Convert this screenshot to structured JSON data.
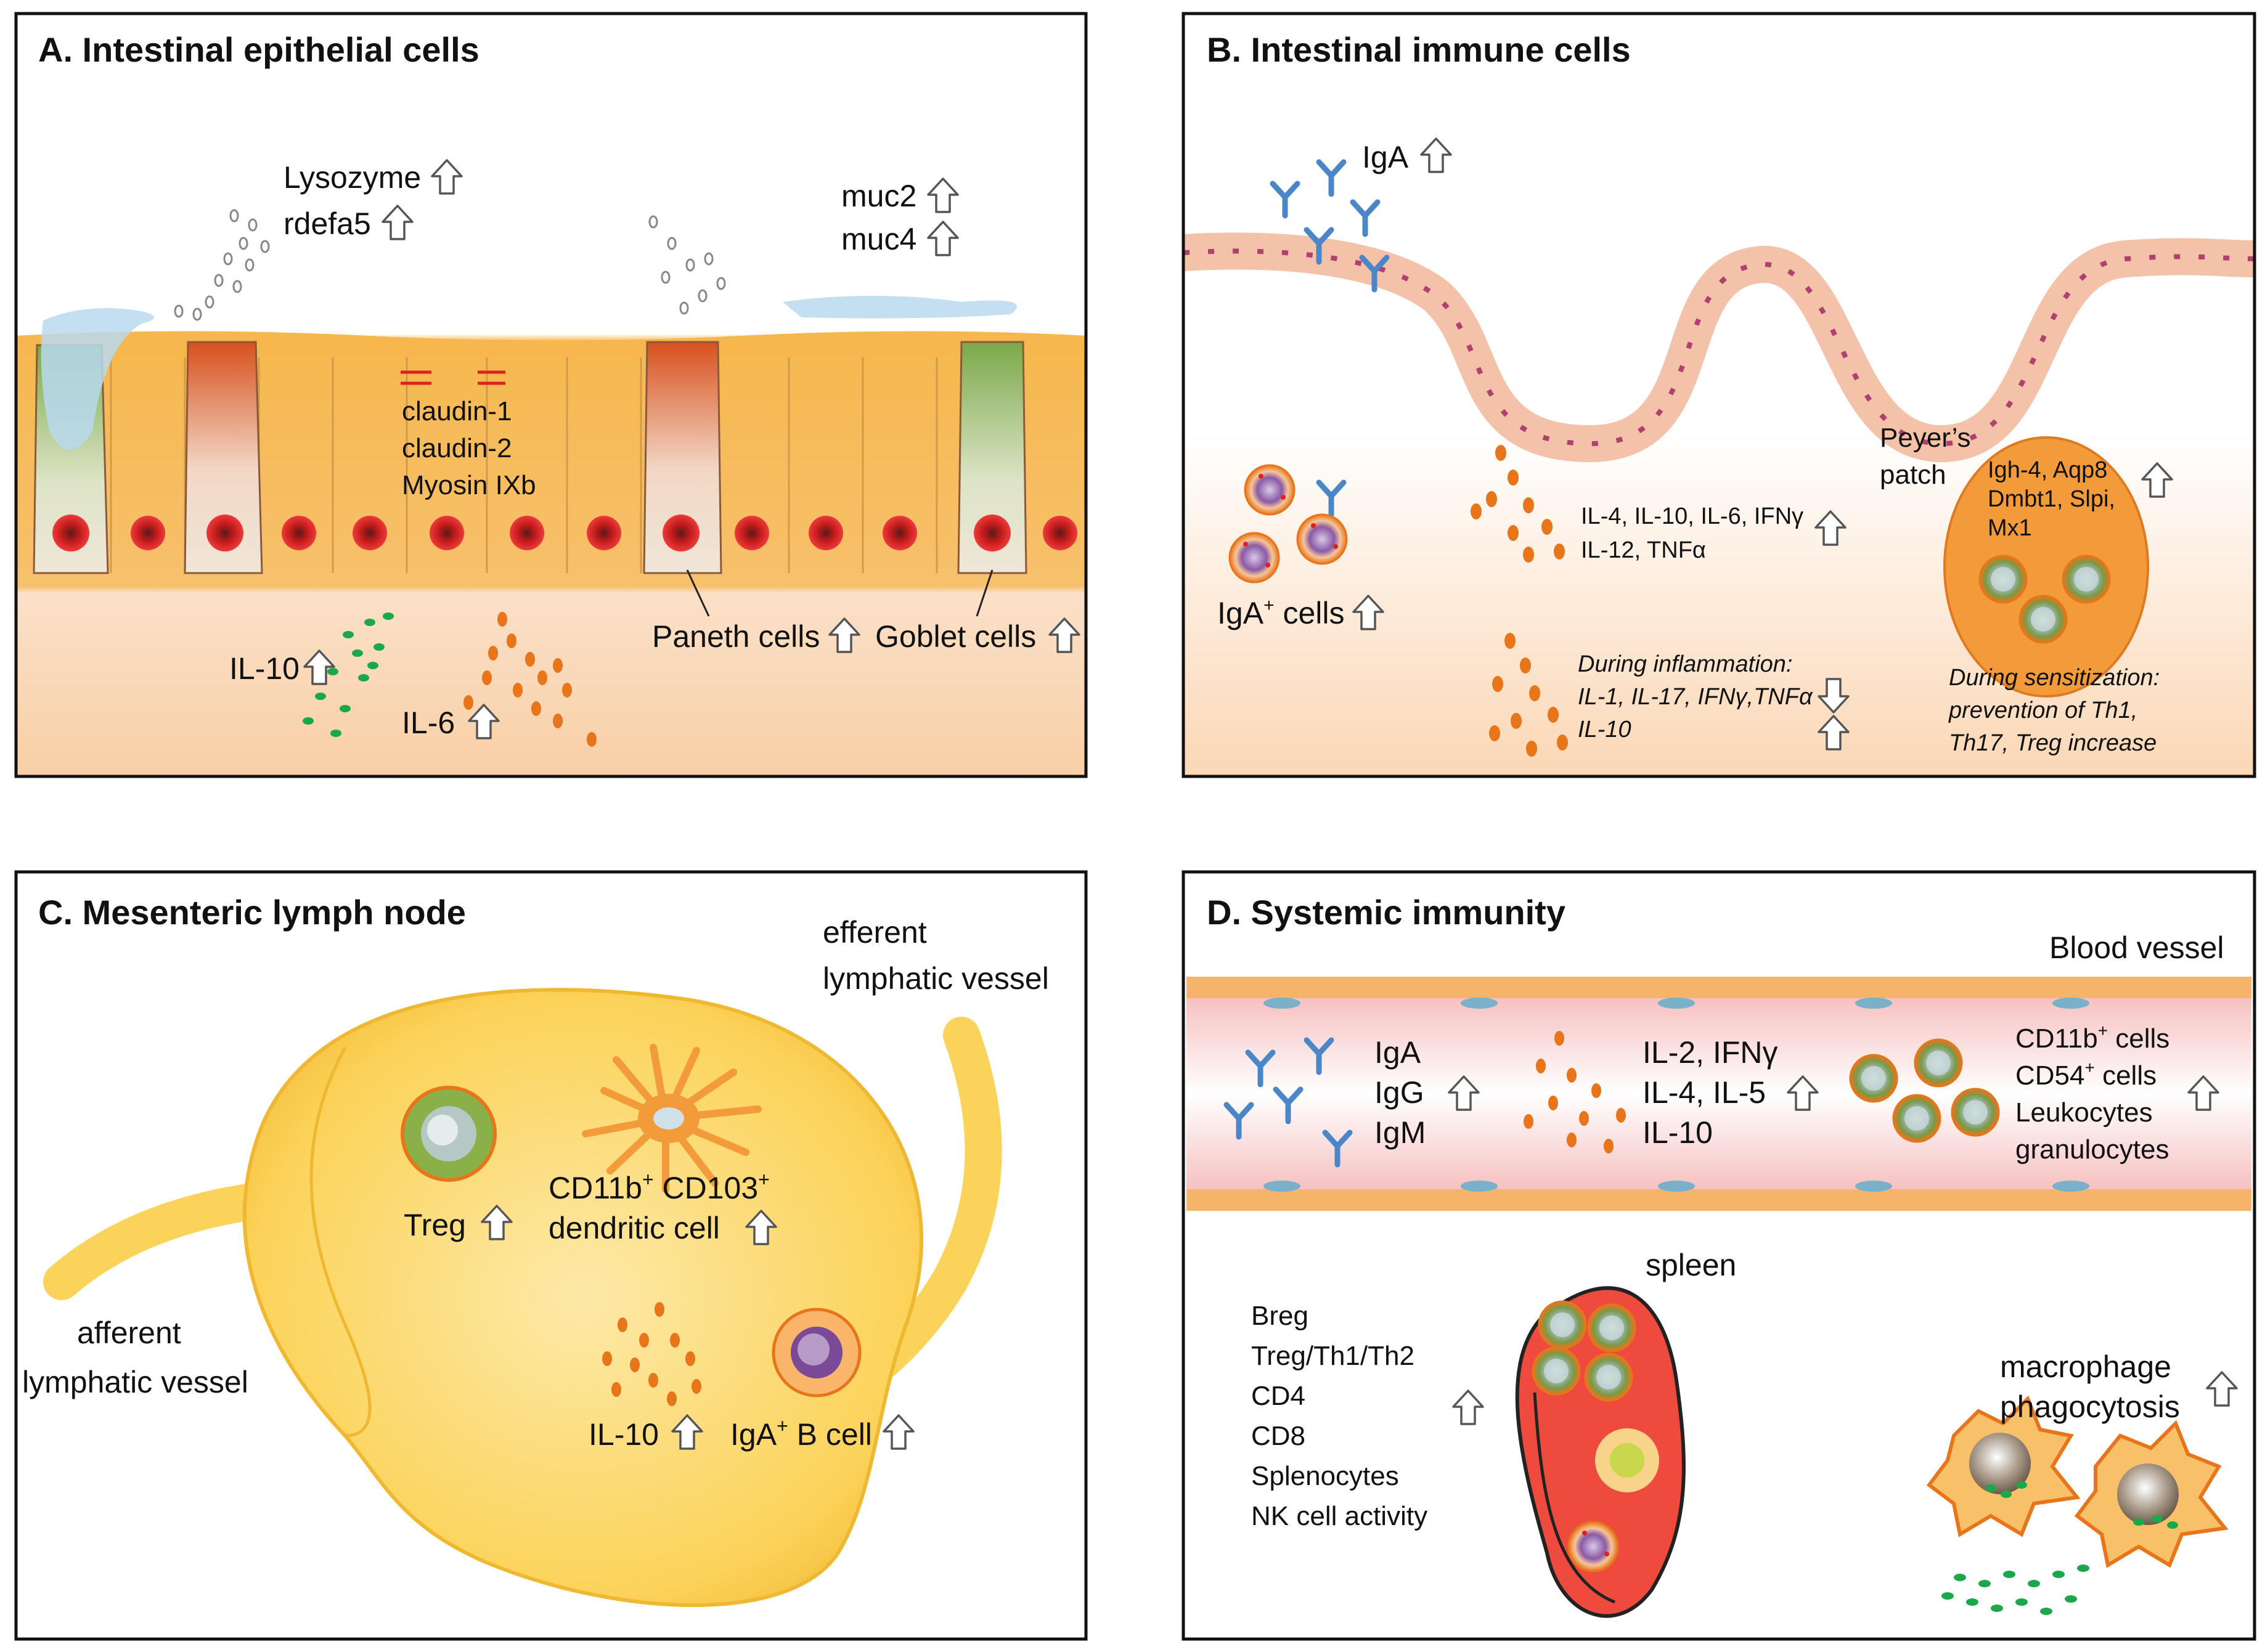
{
  "panels": {
    "a": {
      "title": "A. Intestinal epithelial cells",
      "lysozyme": "Lysozyme",
      "rdefa5": "rdefa5",
      "muc2": "muc2",
      "muc4": "muc4",
      "claudin1": "claudin-1",
      "claudin2": "claudin-2",
      "myosin": "Myosin IXb",
      "paneth": "Paneth cells",
      "goblet": "Goblet cells",
      "il10": "IL-10",
      "il6": "IL-6"
    },
    "b": {
      "title": "B. Intestinal immune cells",
      "iga": "IgA",
      "iga_cells": "IgA",
      "iga_cells_sup": "+",
      "iga_cells_suffix": " cells",
      "cyto_line1": "IL-4, IL-10, IL-6, IFNγ",
      "cyto_line2": "IL-12, TNFα",
      "peyers1": "Peyer’s",
      "peyers2": "patch",
      "genes1": "Igh-4, Aqp8",
      "genes2": "Dmbt1, Slpi,",
      "genes3": "Mx1",
      "infl1": "During inflammation:",
      "infl2": "IL-1, IL-17, IFNγ,TNFα",
      "infl3": "IL-10",
      "sens1": "During sensitization:",
      "sens2": "prevention of Th1,",
      "sens3": "Th17, Treg increase"
    },
    "c": {
      "title": "C. Mesenteric lymph node",
      "efferent1": "efferent",
      "efferent2": "lymphatic vessel",
      "afferent1": "afferent",
      "afferent2": "lymphatic vessel",
      "treg": "Treg",
      "dc1_a": "CD11b",
      "dc1_b": " CD103",
      "sup": "+",
      "dc2": "dendritic cell",
      "il10": "IL-10",
      "bcell_a": "IgA",
      "bcell_b": " B cell"
    },
    "d": {
      "title": "D. Systemic immunity",
      "blood": "Blood vessel",
      "ig1": "IgA",
      "ig2": "IgG",
      "ig3": "IgM",
      "cy1": "IL-2, IFNγ",
      "cy2": "IL-4, IL-5",
      "cy3": "IL-10",
      "cell1_a": "CD11b",
      "cell2_a": "CD54",
      "sup": "+",
      "cells_suffix": " cells",
      "cell3": "Leukocytes",
      "cell4": "granulocytes",
      "spleen": "spleen",
      "s1": "Breg",
      "s2": "Treg/Th1/Th2",
      "s3": "CD4",
      "s4": "CD8",
      "s5": "Splenocytes",
      "s6": "NK cell activity",
      "mac1": "macrophage",
      "mac2": "phagocytosis"
    }
  },
  "colors": {
    "epithelium": "#f7c56a",
    "tissue": "#fbd9b8",
    "nucleus": "#d92323",
    "cytokine_orange": "#e8751a",
    "cytokine_green": "#1aa84a",
    "antibody": "#4a86c8",
    "lymph_node": "#fcd35a",
    "spleen": "#ee4b3e",
    "vessel": "#f6c3c3"
  }
}
